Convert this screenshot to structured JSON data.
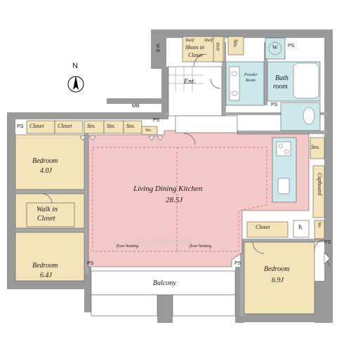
{
  "compass": {
    "label": "N"
  },
  "rooms": {
    "ldk": {
      "name": "Living Dining Kitchen",
      "size": "28.5J"
    },
    "bedroom1": {
      "name": "Bedroom",
      "size": "4.0J"
    },
    "bedroom2": {
      "name": "Bedroom",
      "size": "6.4J"
    },
    "bedroom3": {
      "name": "Bedroom",
      "size": "6.9J"
    },
    "walk_in": {
      "line1": "Walk in",
      "line2": "Closet"
    },
    "bath": {
      "line1": "Bath",
      "line2": "room"
    },
    "powder": {
      "line1": "Powder",
      "line2": "Room"
    },
    "entrance": "Ent.",
    "balcony": "Balcony",
    "shoes": {
      "line1": "Shoes in",
      "line2": "Closet"
    }
  },
  "storage": {
    "closet_a": "Closet",
    "closet_b": "Closet",
    "closet_c": "Closet",
    "sto_a": "Sto.",
    "sto_b": "Sto.",
    "sto_c": "Sto.",
    "sto_d": "Sto.",
    "sto_e": "Sto.",
    "sto_f": "Sto.",
    "sto_g": "Sto.",
    "cupboard": "Cupboard",
    "shelf_a": "Shelf",
    "shelf_b": "Shelf",
    "shelf_c": "Shelf",
    "r": "R",
    "w": "W"
  },
  "markers": {
    "ps": "PS",
    "mb": "MB",
    "mb_vertical": "M B",
    "floor_heating": "floor heating"
  },
  "watermark": "Kin Corporation"
}
